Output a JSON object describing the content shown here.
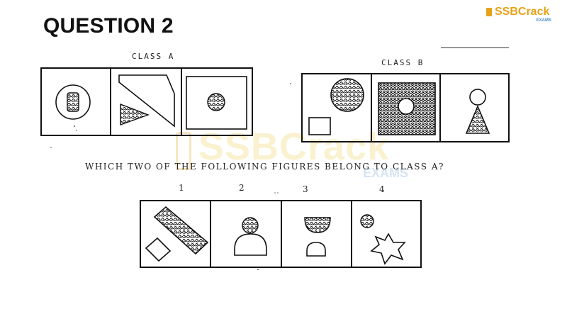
{
  "title": "QUESTION 2",
  "logo": {
    "brand": "SSBCrack",
    "sub": "EXAMS"
  },
  "watermark": {
    "main": "SSBCrack",
    "sub": "EXAMS"
  },
  "class_a_label": "CLASS A",
  "class_b_label": "CLASS B",
  "question": "WHICH TWO OF THE FOLLOWING FIGURES BELONG TO CLASS A?",
  "options": [
    "1",
    "2",
    "3",
    "4"
  ]
}
